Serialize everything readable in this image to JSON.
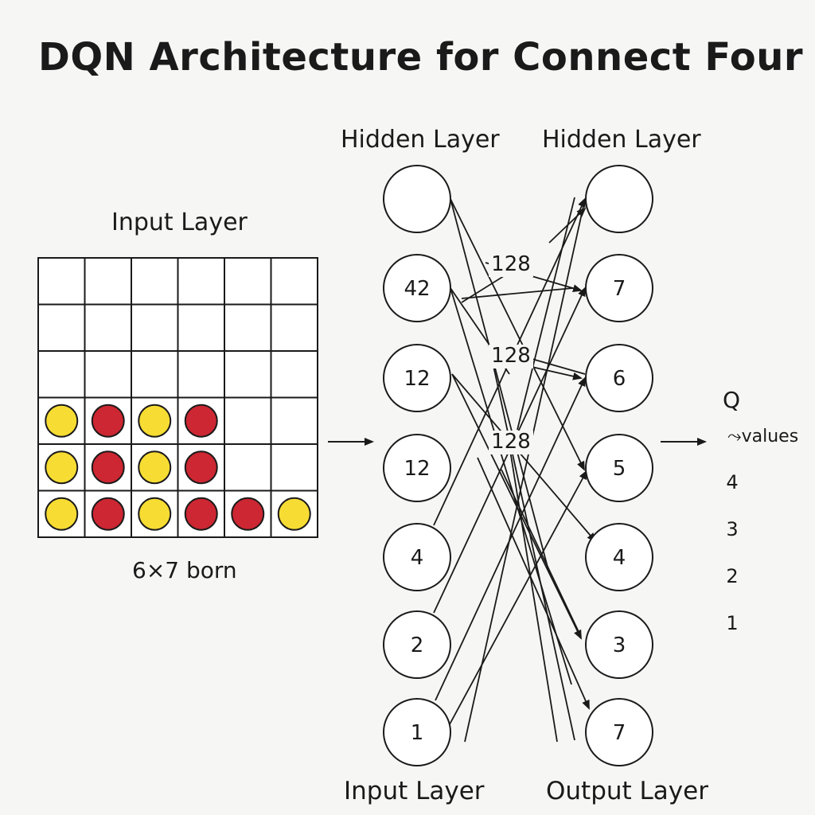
{
  "title": "DQN Architecture for Connect Four",
  "input_board": {
    "label": "Input Layer",
    "caption": "6×7 born",
    "rows": [
      [
        "",
        "",
        "",
        "",
        "",
        ""
      ],
      [
        "",
        "",
        "",
        "",
        "",
        ""
      ],
      [
        "",
        "",
        "",
        "",
        "",
        ""
      ],
      [
        "yellow",
        "red",
        "yellow",
        "red",
        "",
        ""
      ],
      [
        "yellow",
        "red",
        "yellow",
        "red",
        "",
        ""
      ],
      [
        "yellow",
        "red",
        "yellow",
        "red",
        "red",
        "yellow"
      ]
    ]
  },
  "colors": {
    "yellow": "#f7dc33",
    "red": "#cc2732",
    "stroke": "#1a1a1a"
  },
  "hidden_layer_1": {
    "header": "Hidden Layer",
    "footer": "Input Layer",
    "nodes": [
      "",
      "42",
      "12",
      "12",
      "4",
      "2",
      "1"
    ]
  },
  "hidden_layer_2": {
    "header": "Hidden Layer",
    "footer": "Output Layer",
    "nodes": [
      "",
      "7",
      "6",
      "5",
      "4",
      "3",
      "7"
    ]
  },
  "connection_labels": [
    "128",
    "128",
    "128"
  ],
  "q_values": {
    "title": "Q",
    "subtitle": "values",
    "items": [
      "4",
      "3",
      "2",
      "1"
    ]
  }
}
